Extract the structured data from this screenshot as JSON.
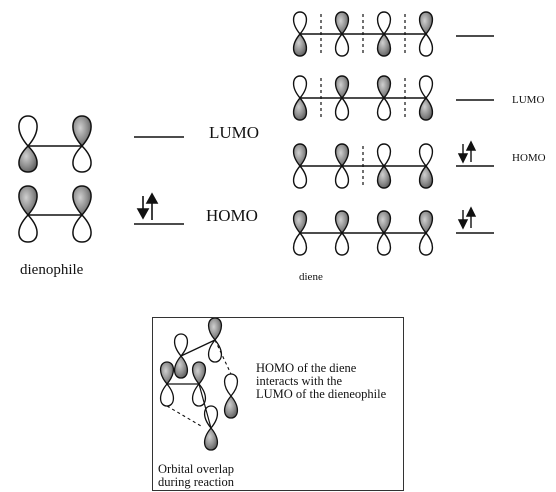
{
  "dienophile": {
    "label": "dienophile",
    "lumo_label": "LUMO",
    "homo_label": "HOMO"
  },
  "diene": {
    "label": "diene",
    "lumo_label": "LUMO",
    "homo_label": "HOMO"
  },
  "inset": {
    "caption_line1": "HOMO of the diene",
    "caption_line2": "interacts with the",
    "caption_line3": "LUMO of the dieneophile",
    "overlap_line1": "Orbital overlap",
    "overlap_line2": "during reaction"
  },
  "colors": {
    "lobe_shaded": "#8a8a8a",
    "lobe_light": "#e8e8e8",
    "line": "#111111"
  }
}
